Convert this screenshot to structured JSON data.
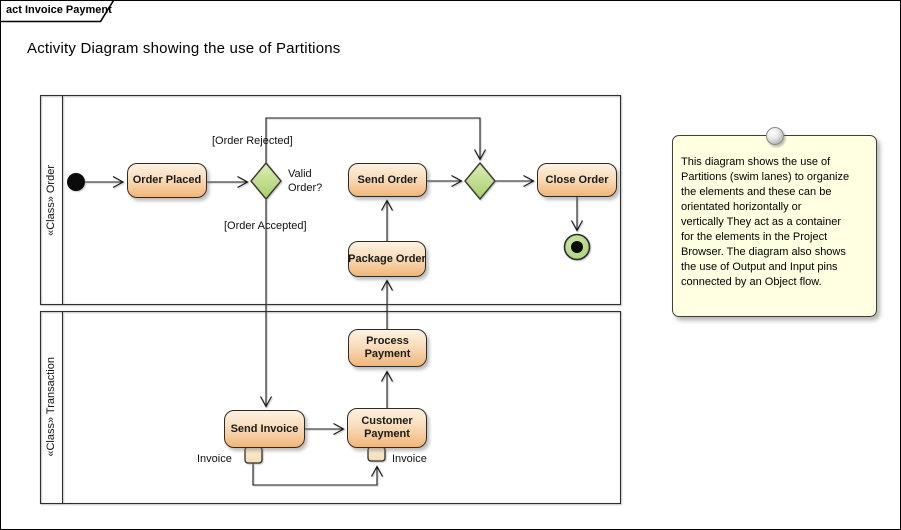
{
  "frame": {
    "tab_label": "act Invoice Payment",
    "title": "Activity Diagram showing the use of Partitions"
  },
  "lanes": [
    {
      "stereotype_label": "«Class» Order"
    },
    {
      "stereotype_label": "«Class» Transaction"
    }
  ],
  "nodes": {
    "order_placed": "Order Placed",
    "send_order": "Send Order",
    "close_order": "Close Order",
    "package_order": "Package Order",
    "process_payment": "Process Payment",
    "send_invoice": "Send Invoice",
    "customer_payment": "Customer Payment"
  },
  "edge_labels": {
    "order_rejected": "[Order Rejected]",
    "order_accepted": "[Order Accepted]",
    "valid_order": "Valid\nOrder?",
    "pin_left": "Invoice",
    "pin_right": "Invoice"
  },
  "note": {
    "text": "This diagram shows the use of\nPartitions (swim lanes) to organize\nthe elements and these can be\norientated horizontally or\nvertically  They act as a container\nfor the elements in the Project\nBrowser. The diagram also shows\nthe use of Output and Input pins\nconnected by an Object flow."
  },
  "colors": {
    "activity_fill_top": "#FDF1E0",
    "activity_fill_bottom": "#F2B578",
    "decision_fill_top": "#DDEDB5",
    "decision_fill_bottom": "#A8CE6C",
    "final_ring_fill": "#B9DA8E",
    "note_fill": "#FFFFE1",
    "line_color": "#1b1b1b"
  }
}
